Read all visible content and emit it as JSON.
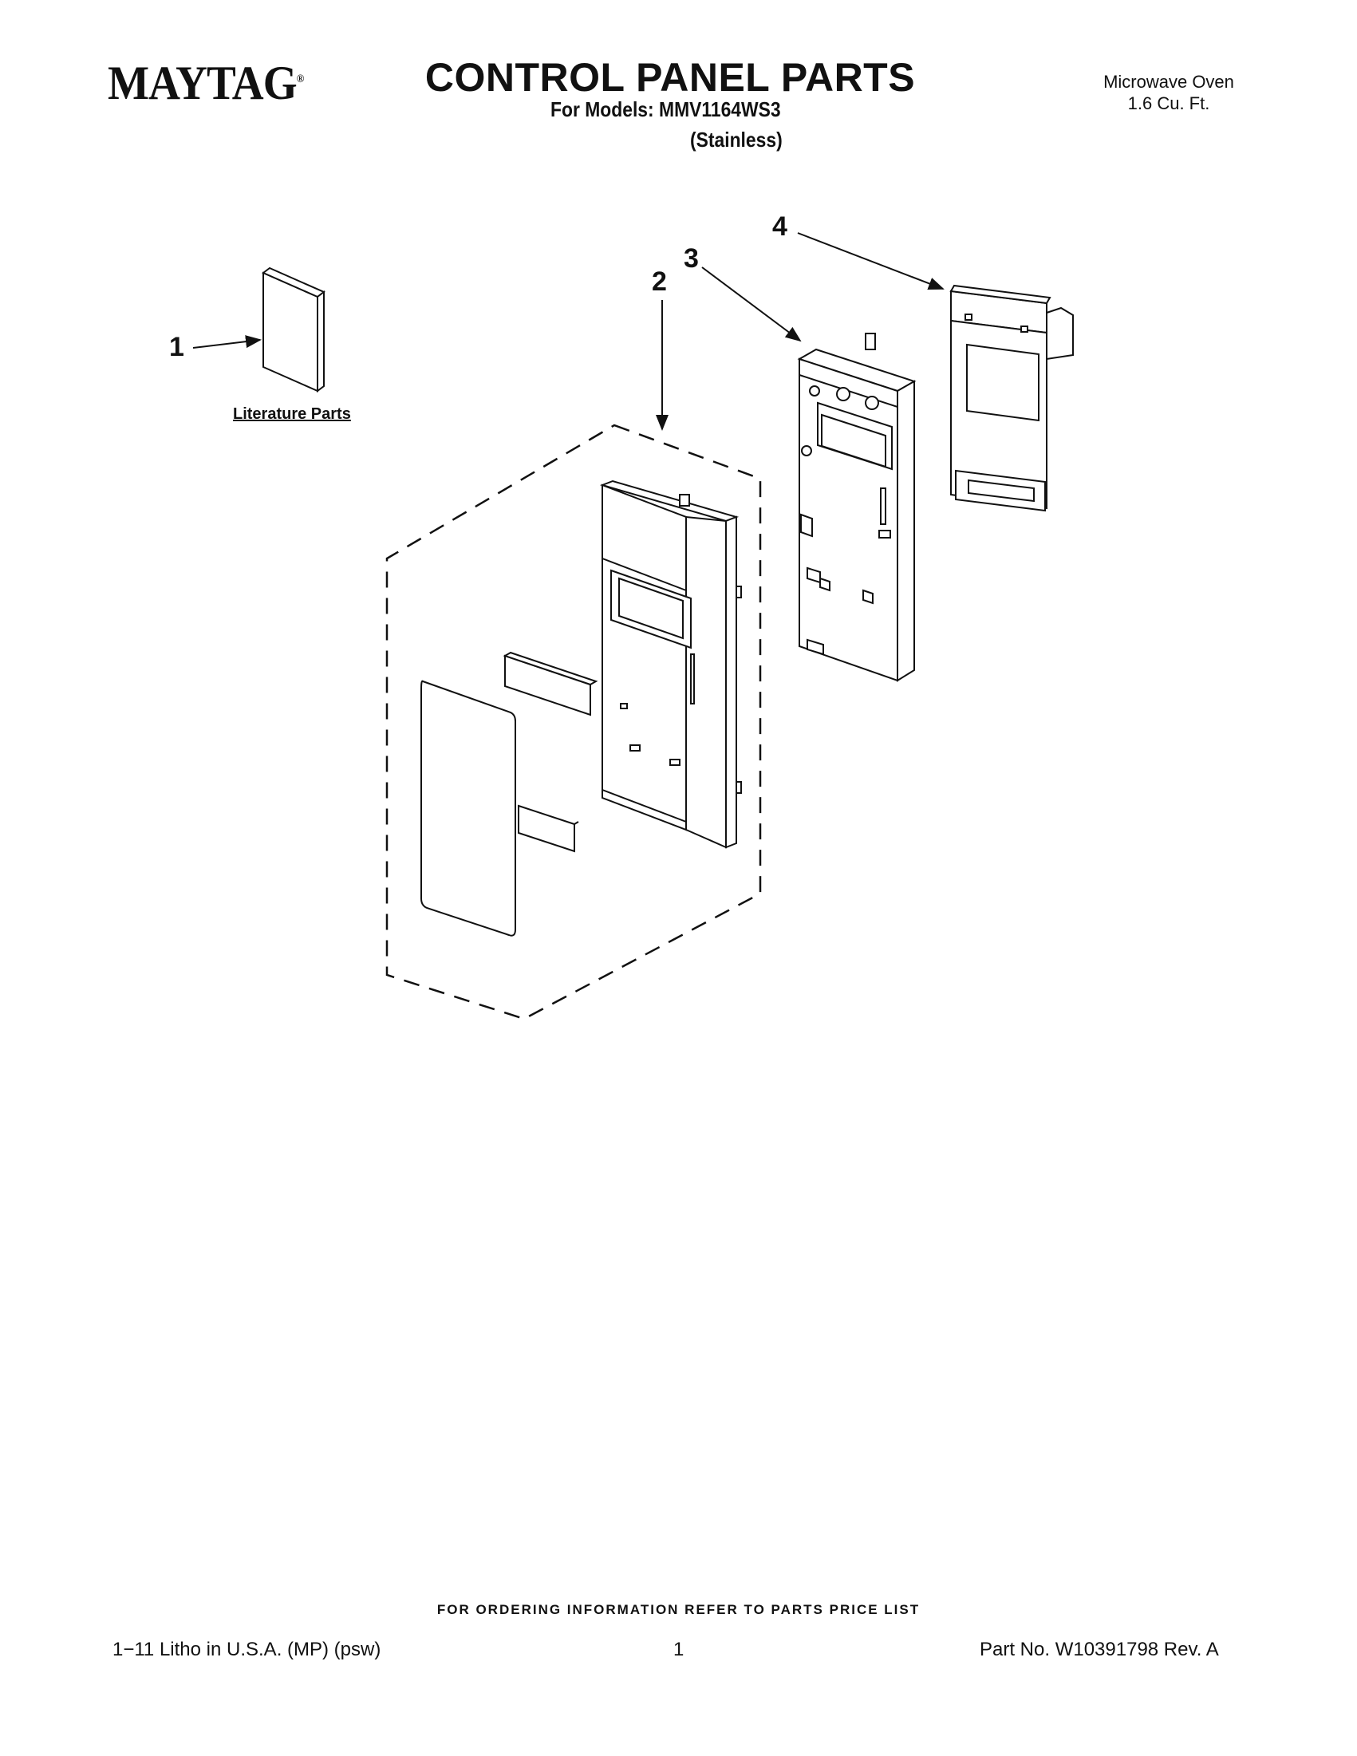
{
  "header": {
    "brand": "MAYTAG",
    "brand_mark": "®",
    "title": "CONTROL PANEL PARTS",
    "models_line": "For Models: MMV1164WS3",
    "finish_line": "(Stainless)",
    "product_type": "Microwave Oven",
    "capacity": "1.6 Cu. Ft."
  },
  "diagram": {
    "callouts": [
      "1",
      "2",
      "3",
      "4"
    ],
    "literature_label": "Literature Parts"
  },
  "footer": {
    "ordering_note": "FOR ORDERING INFORMATION REFER TO PARTS PRICE LIST",
    "litho": "1−11 Litho in U.S.A. (MP) (psw)",
    "page_number": "1",
    "part_number": "Part No. W10391798 Rev. A"
  }
}
